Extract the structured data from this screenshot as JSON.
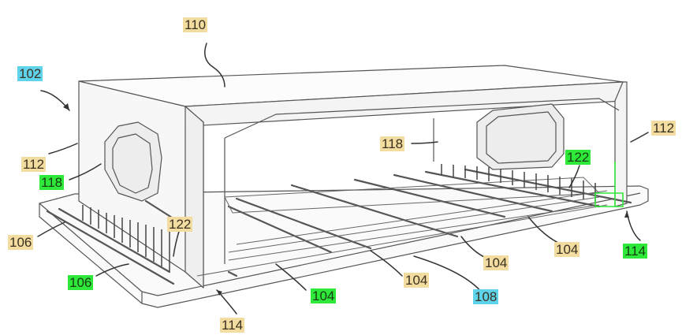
{
  "highlight_colors": {
    "tan": "#f3dca0",
    "green": "#2ee83a",
    "blue": "#5fd3ea"
  },
  "labels": [
    {
      "id": "l110",
      "text": "110",
      "highlight": "tan"
    },
    {
      "id": "l102",
      "text": "102",
      "highlight": "blue"
    },
    {
      "id": "l112a",
      "text": "112",
      "highlight": "tan"
    },
    {
      "id": "l118a",
      "text": "118",
      "highlight": "green"
    },
    {
      "id": "l118b",
      "text": "118",
      "highlight": "tan"
    },
    {
      "id": "l112b",
      "text": "112",
      "highlight": "tan"
    },
    {
      "id": "l122a",
      "text": "122",
      "highlight": "green"
    },
    {
      "id": "l122b",
      "text": "122",
      "highlight": "tan"
    },
    {
      "id": "l106a",
      "text": "106",
      "highlight": "tan"
    },
    {
      "id": "l106b",
      "text": "106",
      "highlight": "green"
    },
    {
      "id": "l104a",
      "text": "104",
      "highlight": "green"
    },
    {
      "id": "l104b",
      "text": "104",
      "highlight": "tan"
    },
    {
      "id": "l104c",
      "text": "104",
      "highlight": "tan"
    },
    {
      "id": "l104d",
      "text": "104",
      "highlight": "tan"
    },
    {
      "id": "l108",
      "text": "108",
      "highlight": "blue"
    },
    {
      "id": "l114a",
      "text": "114",
      "highlight": "tan"
    },
    {
      "id": "l114b",
      "text": "114",
      "highlight": "green"
    }
  ]
}
